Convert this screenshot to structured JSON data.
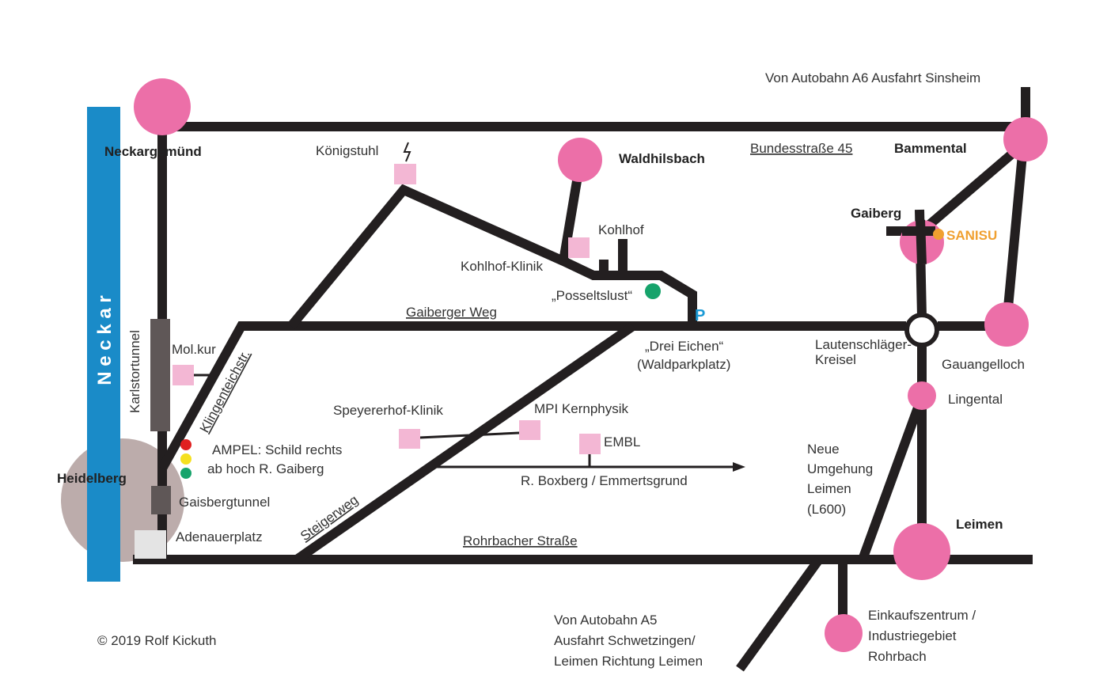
{
  "colors": {
    "river": "#1a8bc8",
    "town": "#ec6fa8",
    "poi": "#f3b7d4",
    "road": "#231f20",
    "heidelberg_area": "#bcacab",
    "tunnel": "#5f5757",
    "sanisu": "#f0a030",
    "parking": "#1a9ad6",
    "green": "#16a36b",
    "ampel_red": "#e02020",
    "ampel_yellow": "#f5e020"
  },
  "river": {
    "label": "N e c k a r"
  },
  "towns": {
    "neckargemuend": "Neckargemünd",
    "waldhilsbach": "Waldhilsbach",
    "bammental": "Bammental",
    "gaiberg": "Gaiberg",
    "gauangelloch": "Gauangelloch",
    "lingental": "Lingental",
    "leimen": "Leimen",
    "heidelberg": "Heidelberg"
  },
  "roads": {
    "b45": "Bundesstraße 45",
    "gaiberger_weg": "Gaiberger Weg",
    "klingenteichstr": "Klingenteichstr.",
    "steigerweg": "Steigerweg",
    "rohrbacher": "Rohrbacher Straße"
  },
  "places": {
    "koenigstuhl": "Königstuhl",
    "kohlhof": "Kohlhof",
    "kohlhof_klinik": "Kohlhof-Klinik",
    "posseltslust": "„Posseltslust“",
    "parking": "P",
    "drei_eichen_1": "„Drei Eichen“",
    "drei_eichen_2": "(Waldparkplatz)",
    "molkur": "Mol.kur",
    "karlstortunnel": "Karlstortunnel",
    "gaisbergtunnel": "Gaisbergtunnel",
    "adenauerplatz": "Adenauerplatz",
    "ampel_1": "AMPEL: Schild rechts",
    "ampel_2": "ab hoch R. Gaiberg",
    "speyererhof": "Speyererhof-Klinik",
    "mpi": "MPI Kernphysik",
    "embl": "EMBL",
    "boxberg": "R. Boxberg / Emmertsgrund",
    "sanisu": "SANISU",
    "kreisel_1": "Lautenschläger-",
    "kreisel_2": "Kreisel",
    "umgehung": [
      "Neue",
      "Umgehung",
      "Leimen",
      "(L600)"
    ],
    "einkauf": [
      "Einkaufszentrum /",
      "Industriegebiet",
      "Rohrbach"
    ]
  },
  "directions": {
    "a6": "Von Autobahn A6 Ausfahrt Sinsheim",
    "a5": [
      "Von Autobahn A5",
      "Ausfahrt Schwetzingen/",
      "Leimen Richtung Leimen"
    ]
  },
  "copyright": "© 2019 Rolf Kickuth"
}
